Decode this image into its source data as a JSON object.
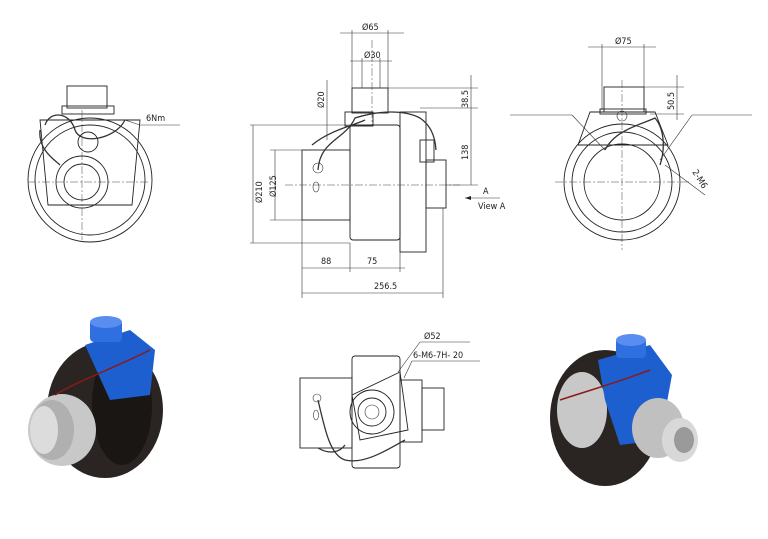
{
  "drawing": {
    "front_view": {
      "torque_label": "6Nm"
    },
    "side_view": {
      "dimensions": {
        "top_outer_diameter": "Ø65",
        "top_inner_diameter": "Ø30",
        "small_diameter": "Ø20",
        "top_height": "38.5",
        "center_height": "138",
        "wheel_diameter": "Ø210",
        "motor_diameter": "Ø125",
        "motor_length": "88",
        "wheel_width": "75",
        "total_length": "256.5"
      },
      "view_arrow_letter": "A",
      "view_arrow_label": "View A"
    },
    "rear_view": {
      "dimensions": {
        "mount_diameter": "Ø75",
        "mount_height": "50.5",
        "thread_spec": "2-M6"
      }
    },
    "top_view": {
      "dimensions": {
        "flange_diameter": "Ø52",
        "hole_spec": "6-M6-7H- 20"
      }
    },
    "renders": {
      "accent_color": "#1e5fd0",
      "wheel_color": "#2a2522",
      "metal_color": "#c8c8c8"
    }
  }
}
